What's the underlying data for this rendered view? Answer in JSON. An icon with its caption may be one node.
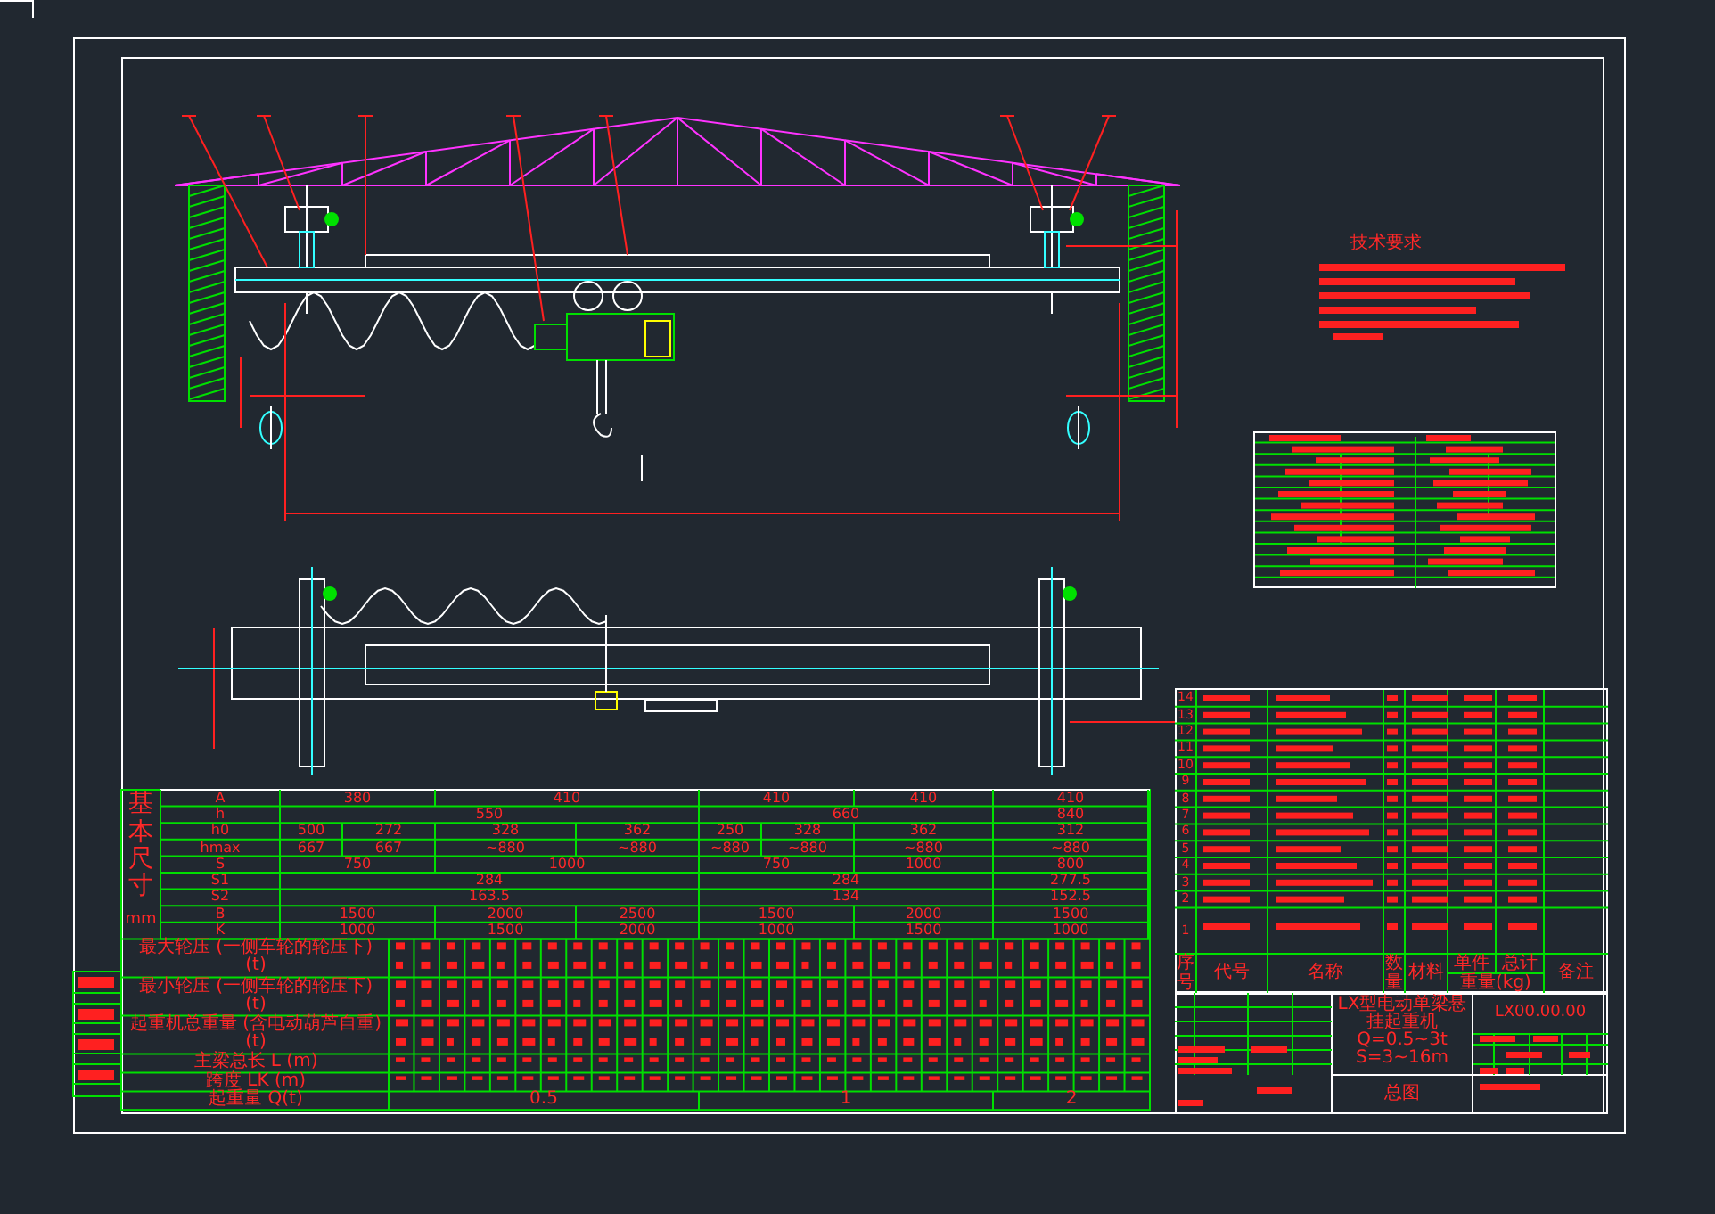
{
  "diagram": {
    "labels": [
      "技术要求",
      "14",
      "13",
      "12",
      "11",
      "10",
      "9",
      "8",
      "7",
      "6",
      "5",
      "4",
      "3",
      "2",
      "1",
      "序号",
      "代号",
      "名称",
      "数量",
      "材料",
      "单件",
      "总计",
      "重量(kg)",
      "备注",
      "基本尺寸",
      "mm",
      "A",
      "380",
      "410",
      "410",
      "410",
      "410",
      "h",
      "550",
      "660",
      "840",
      "h0",
      "500",
      "272",
      "328",
      "362",
      "250",
      "328",
      "362",
      "312",
      "hmax",
      "667",
      "667",
      "~880",
      "~880",
      "~880",
      "~880",
      "~880",
      "~880",
      "S",
      "750",
      "1000",
      "750",
      "1000",
      "800",
      "S1",
      "284",
      "284",
      "277.5",
      "S2",
      "163.5",
      "134",
      "152.5",
      "B",
      "1500",
      "2000",
      "2500",
      "1500",
      "2000",
      "1500",
      "K",
      "1000",
      "1500",
      "2000",
      "1000",
      "1500",
      "1000",
      "最大轮压 (一侧车轮的轮压下) (t)",
      "最小轮压 (一侧车轮的轮压下) (t)",
      "起重机总重量 (含电动葫芦自重) (t)",
      "主梁总长 L (m)",
      "跨度 LK (m)",
      "起重量 Q(t)",
      "0.5",
      "1",
      "2",
      "LX型电动单梁悬挂起重机 Q=0.5~3t S=3~16m",
      "LX00.00.00",
      "总图"
    ]
  }
}
